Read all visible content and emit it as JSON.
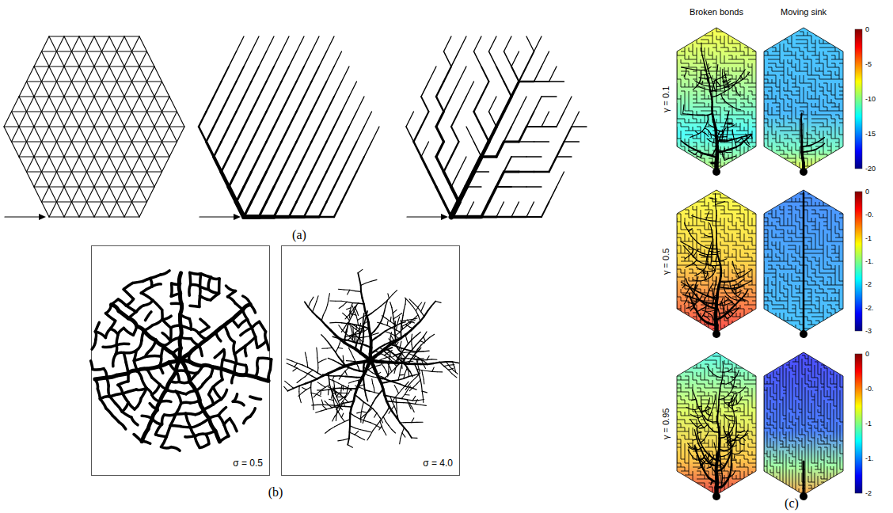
{
  "diagram": {
    "labels": [
      "(a)",
      "σ = 0.5",
      "σ = 4.0",
      "(b)",
      "Broken bonds",
      "Moving sink",
      "γ = 0.1",
      "0",
      "-5",
      "-10",
      "-15",
      "-20",
      "γ = 0.5",
      "0",
      "-0.",
      "-1",
      "-1.",
      "-2",
      "-2.",
      "-3",
      "γ = 0.95",
      "0",
      "-0.",
      "-1",
      "-1.",
      "-2",
      "(c)"
    ]
  }
}
